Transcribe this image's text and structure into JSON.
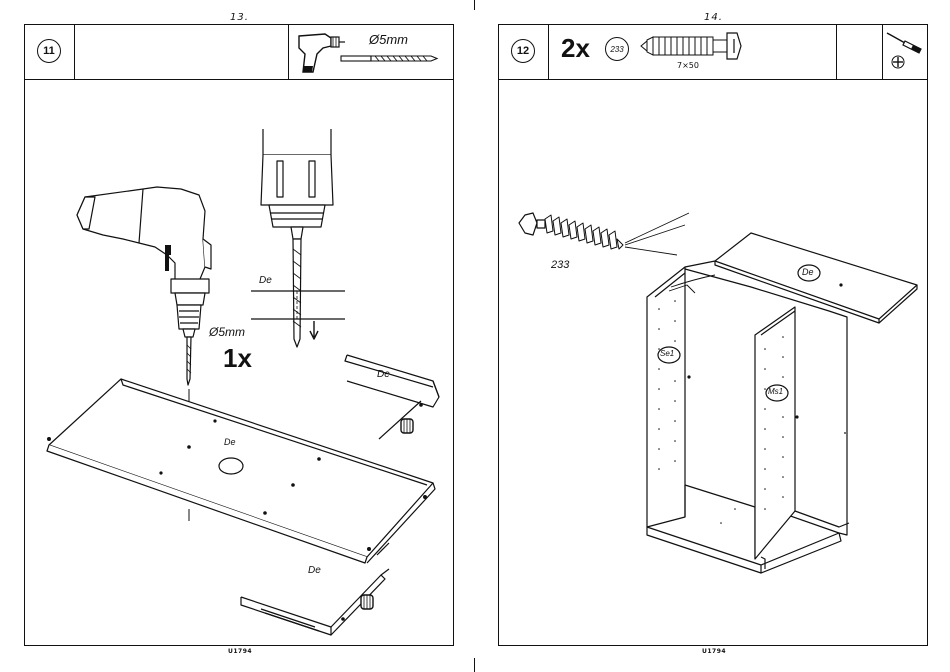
{
  "left_page": {
    "page_number": "13.",
    "step_number": "11",
    "drill_size": "Ø5mm",
    "diagram_drill_size": "Ø5mm",
    "quantity": "1x",
    "depth_label": "De",
    "part_labels": [
      "De",
      "De",
      "De"
    ],
    "footer_code": "U1794",
    "icons": [
      "drill-icon",
      "drill-bit-icon"
    ]
  },
  "right_page": {
    "page_number": "14.",
    "step_number": "12",
    "quantity": "2x",
    "part_code": "233",
    "screw_size": "7×50",
    "callout_label": "233",
    "part_labels": [
      "De",
      "Se1",
      "Ms1"
    ],
    "footer_code": "U1794",
    "icons": [
      "confirmat-screw-icon",
      "screwdriver-icon",
      "phillips-head-icon"
    ]
  }
}
